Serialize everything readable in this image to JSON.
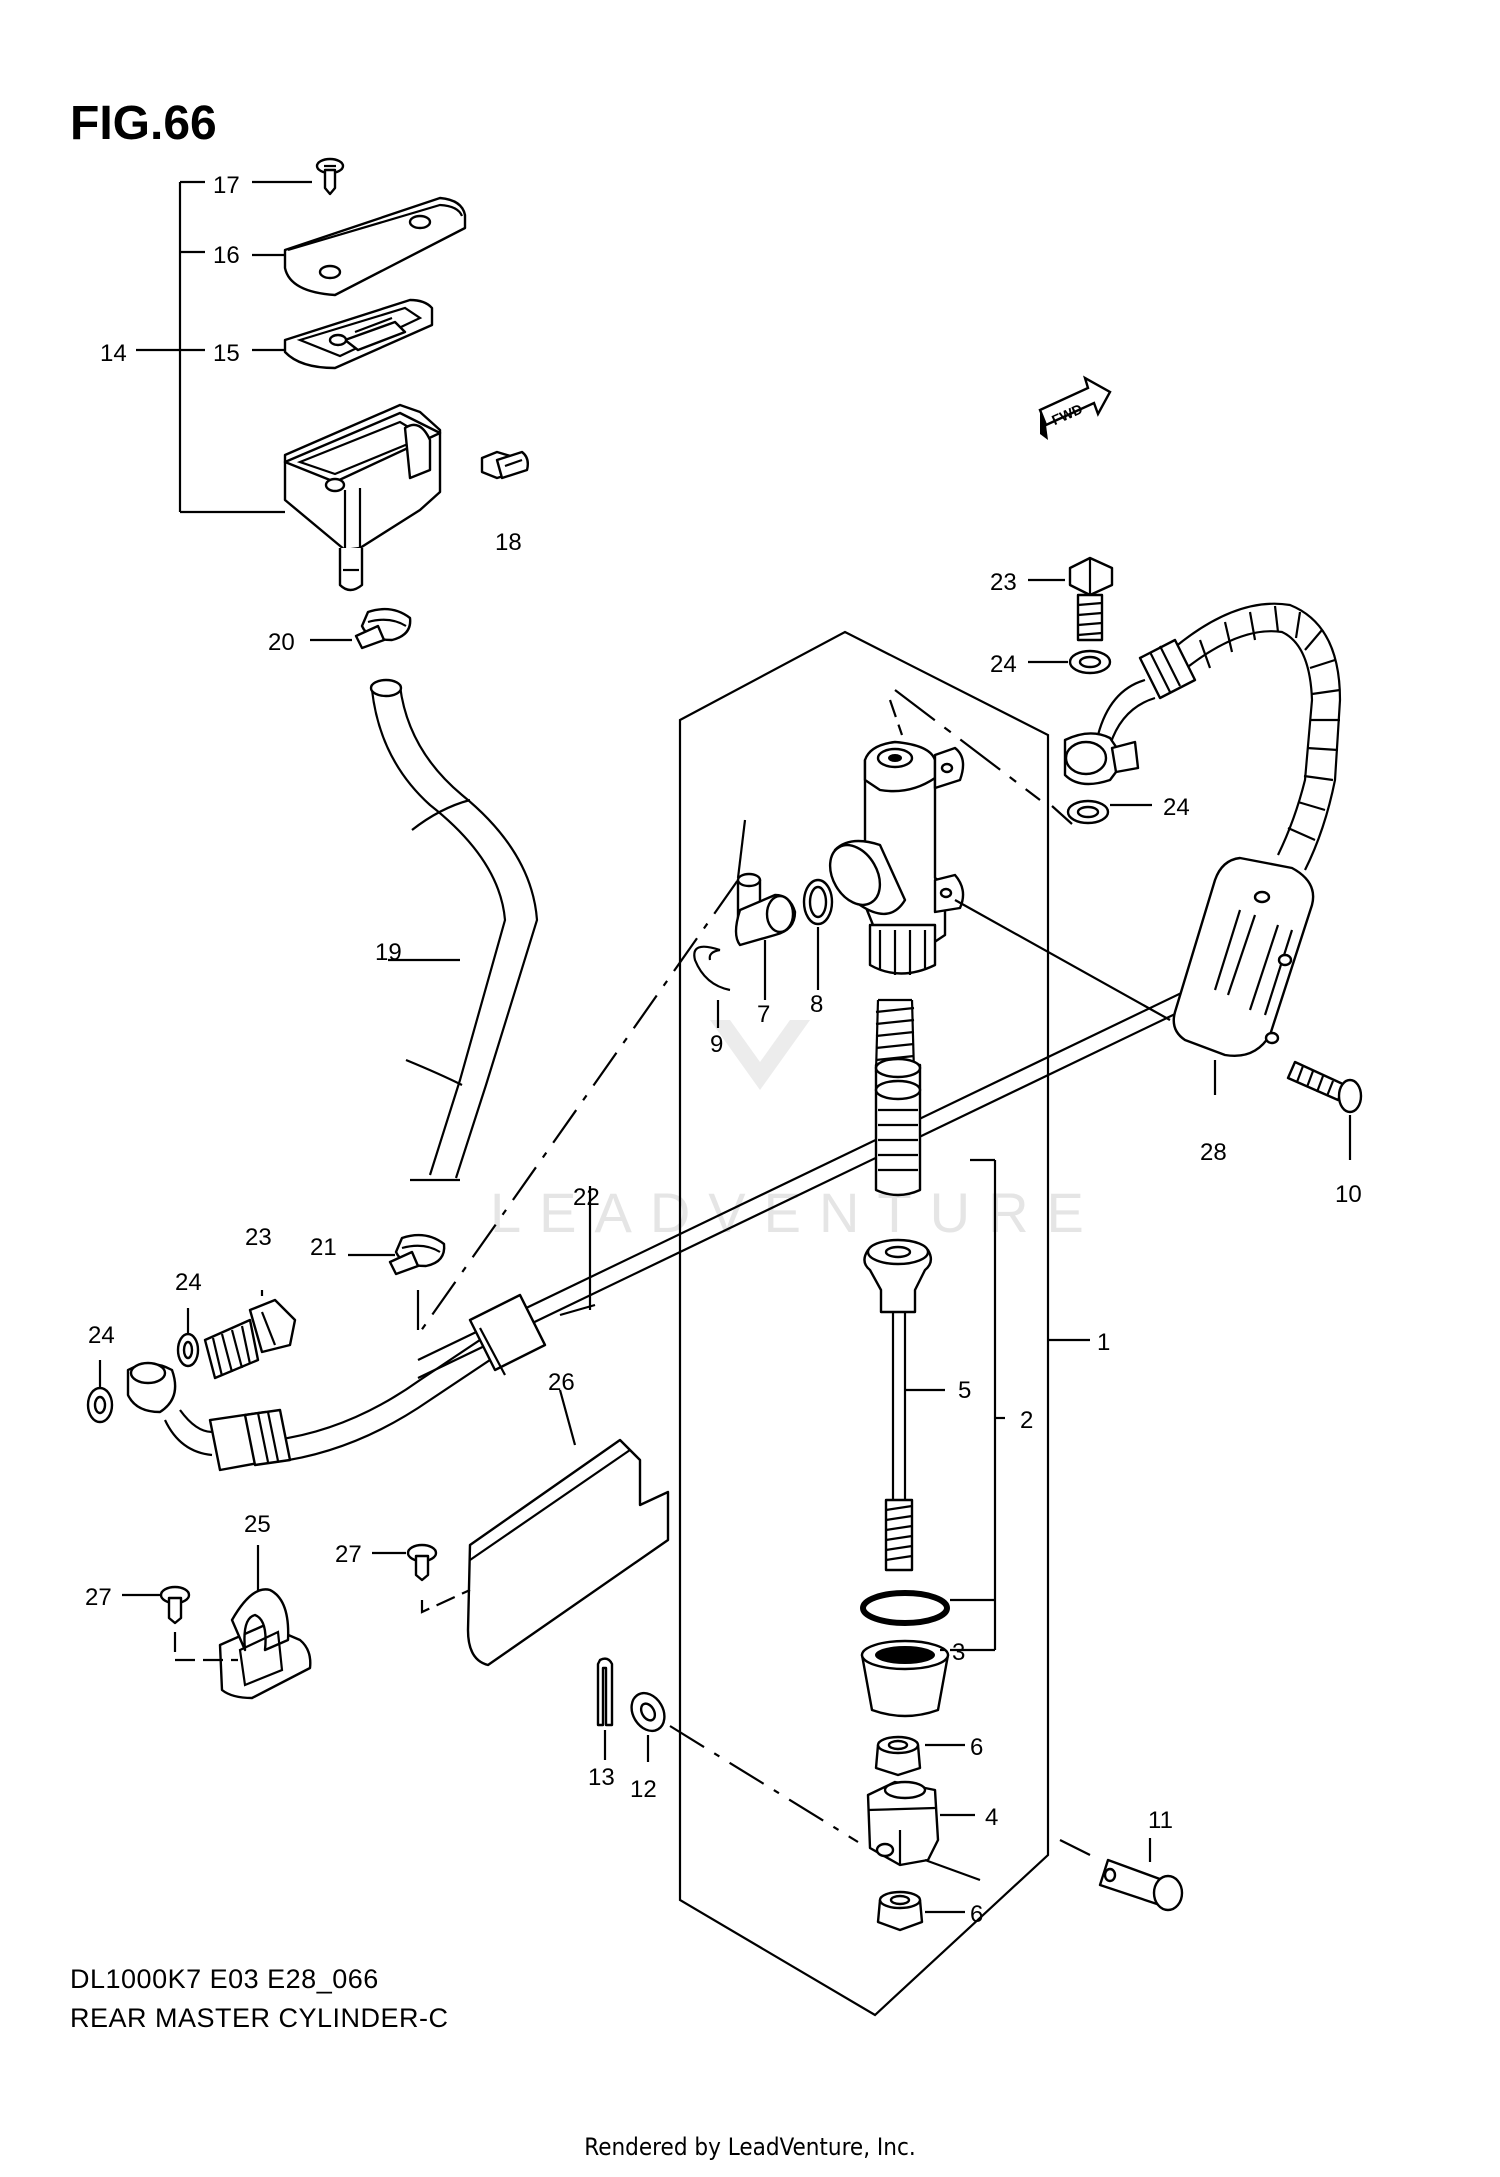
{
  "figure": {
    "title": "FIG.66",
    "code": "DL1000K7 E03 E28_066",
    "name": "REAR MASTER CYLINDER-C",
    "credit": "Rendered by LeadVenture, Inc.",
    "fwd_label": "FWD",
    "watermark": "LEADVENTURE"
  },
  "callouts": {
    "c1": "1",
    "c2": "2",
    "c3": "3",
    "c4": "4",
    "c5": "5",
    "c6a": "6",
    "c6b": "6",
    "c7": "7",
    "c8": "8",
    "c9": "9",
    "c10": "10",
    "c11": "11",
    "c12": "12",
    "c13": "13",
    "c14": "14",
    "c15": "15",
    "c16": "16",
    "c17": "17",
    "c18": "18",
    "c19": "19",
    "c20": "20",
    "c21": "21",
    "c22": "22",
    "c23a": "23",
    "c23b": "23",
    "c24a": "24",
    "c24b": "24",
    "c24c": "24",
    "c24d": "24",
    "c25": "25",
    "c26": "26",
    "c27a": "27",
    "c27b": "27",
    "c28": "28"
  }
}
